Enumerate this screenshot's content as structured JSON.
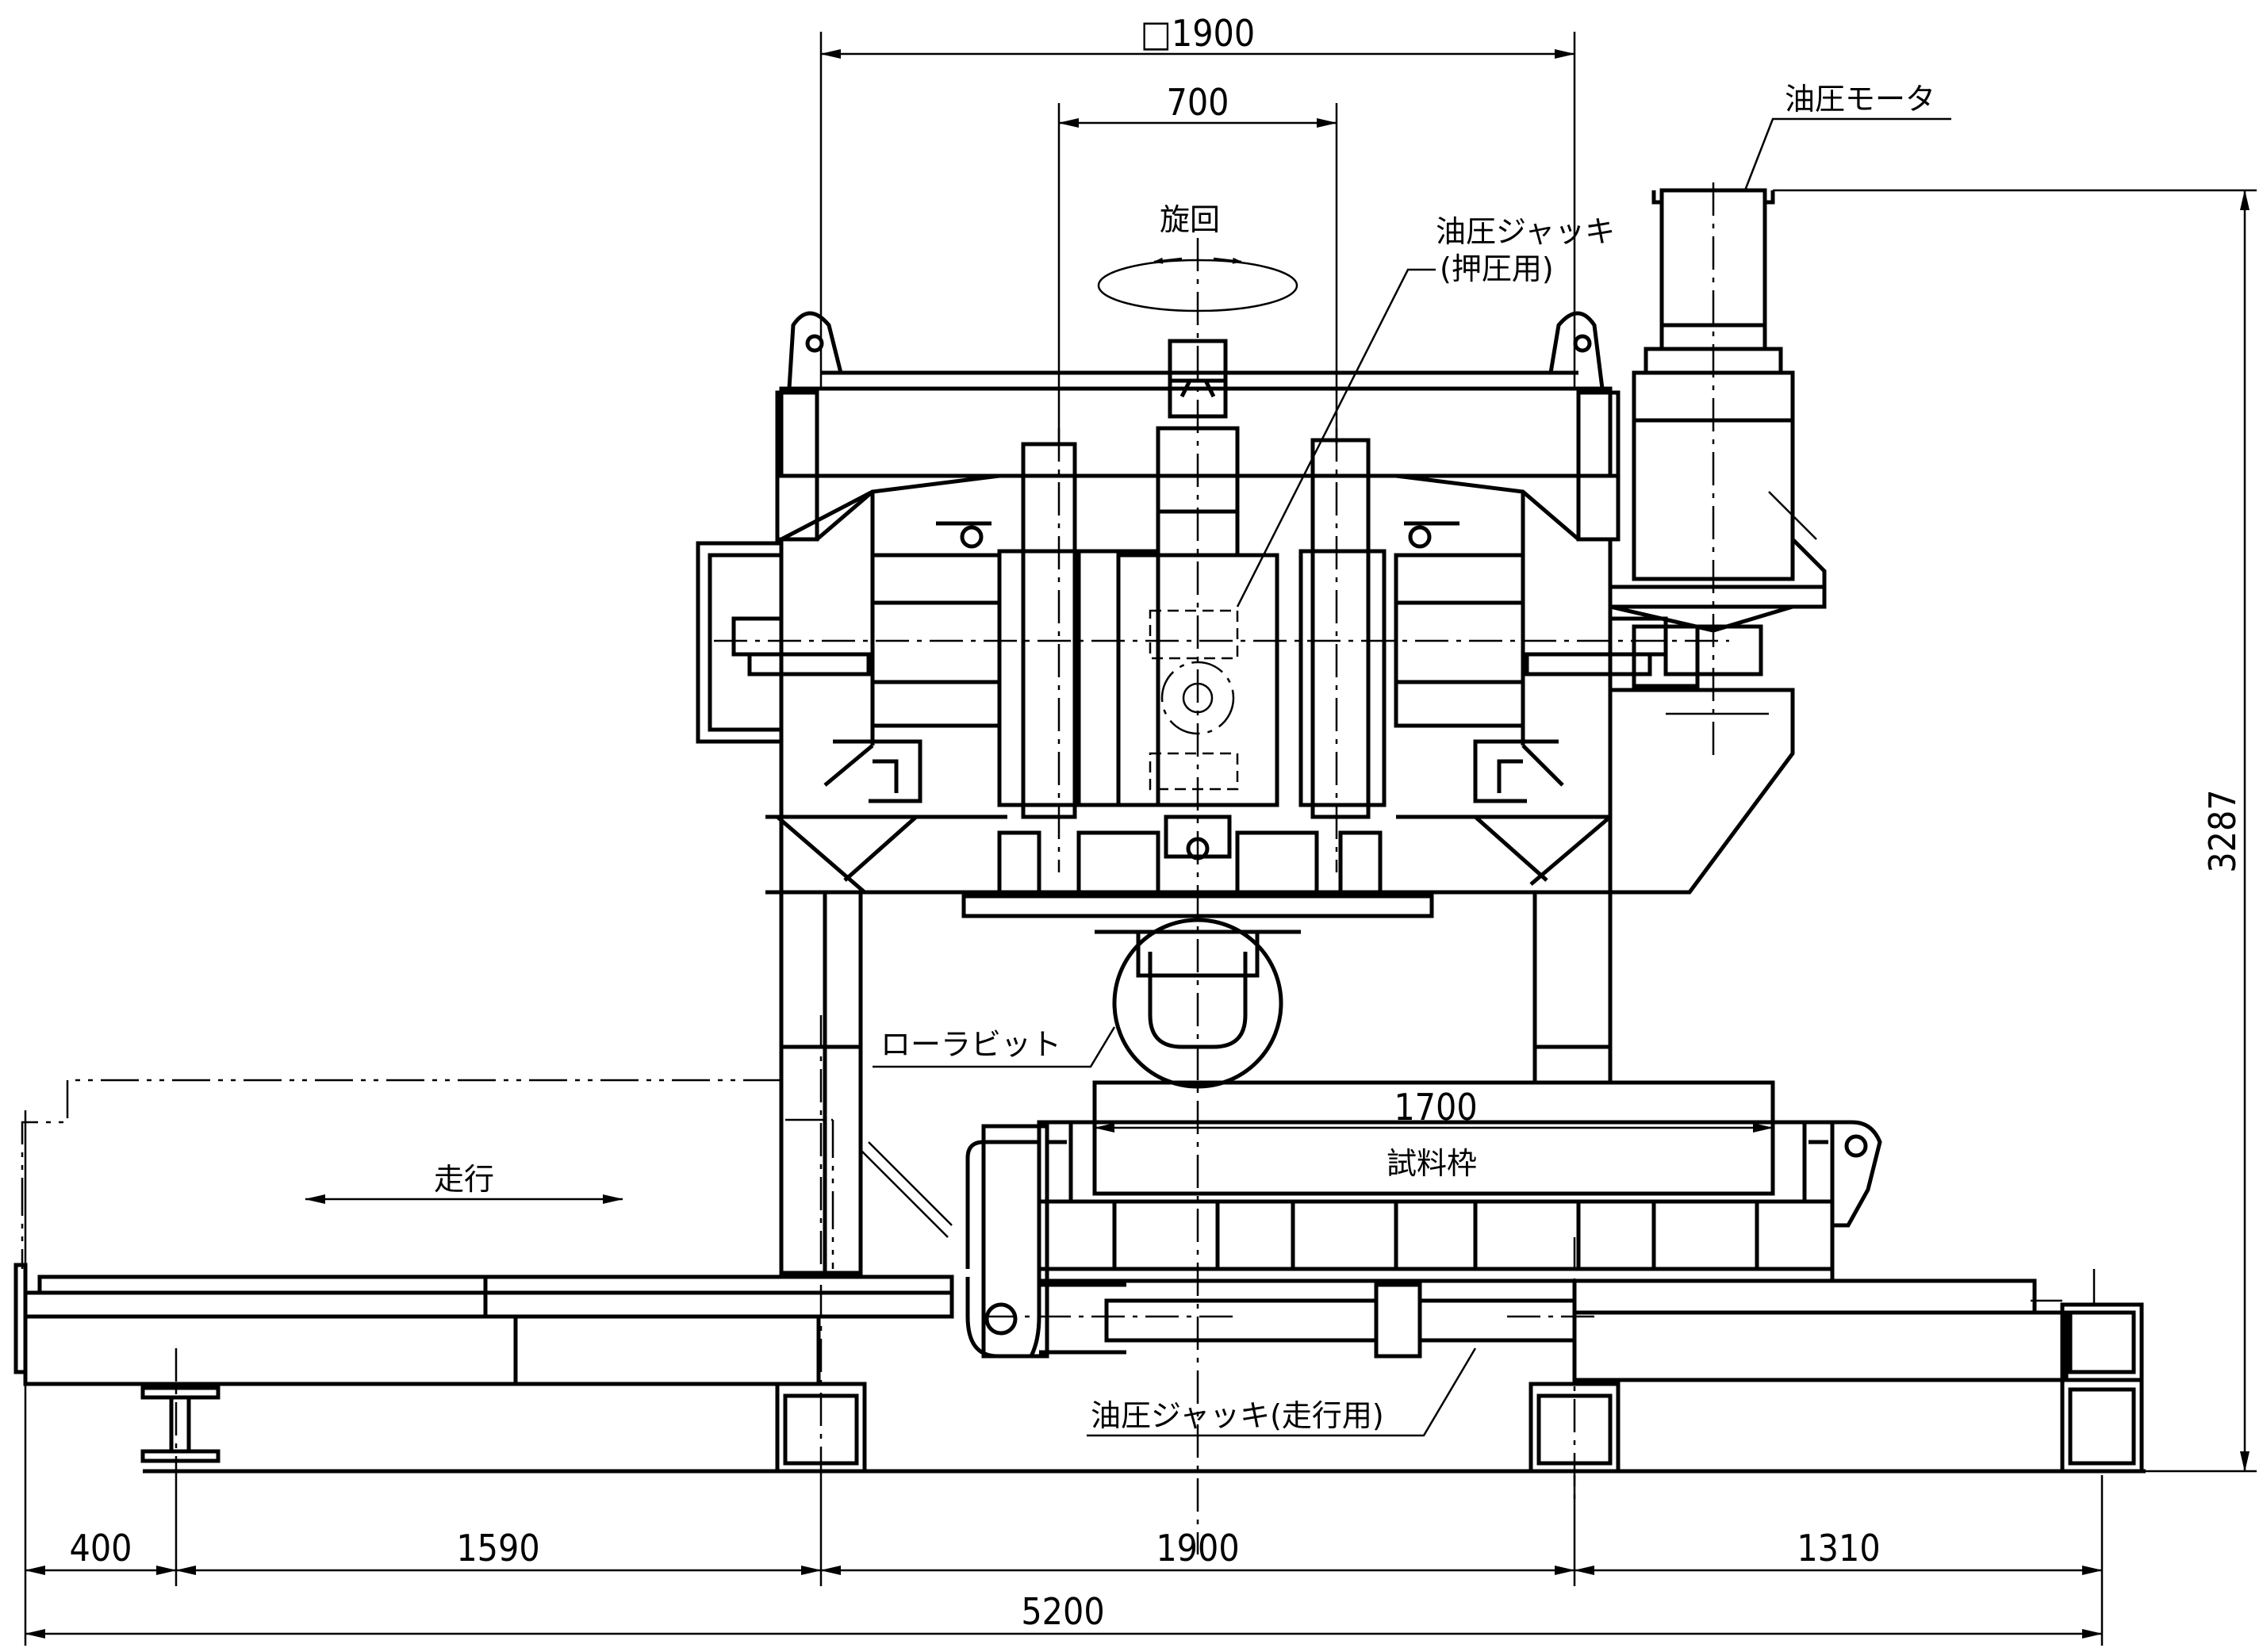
{
  "labels": {
    "hydraulic_motor": "油圧モータ",
    "rotation": "旋回",
    "jack_press_line1": "油圧ジャッキ",
    "jack_press_line2": "(押圧用)",
    "roller_bit": "ローラビット",
    "sample_frame": "試料枠",
    "travel": "走行",
    "jack_travel": "油圧ジャッキ(走行用)"
  },
  "dimensions": {
    "top_square": "□1900",
    "top_inner": "700",
    "frame_width": "1700",
    "height": "3287",
    "bottom_1": "400",
    "bottom_2": "1590",
    "bottom_3": "1900",
    "bottom_4": "1310",
    "total": "5200"
  }
}
